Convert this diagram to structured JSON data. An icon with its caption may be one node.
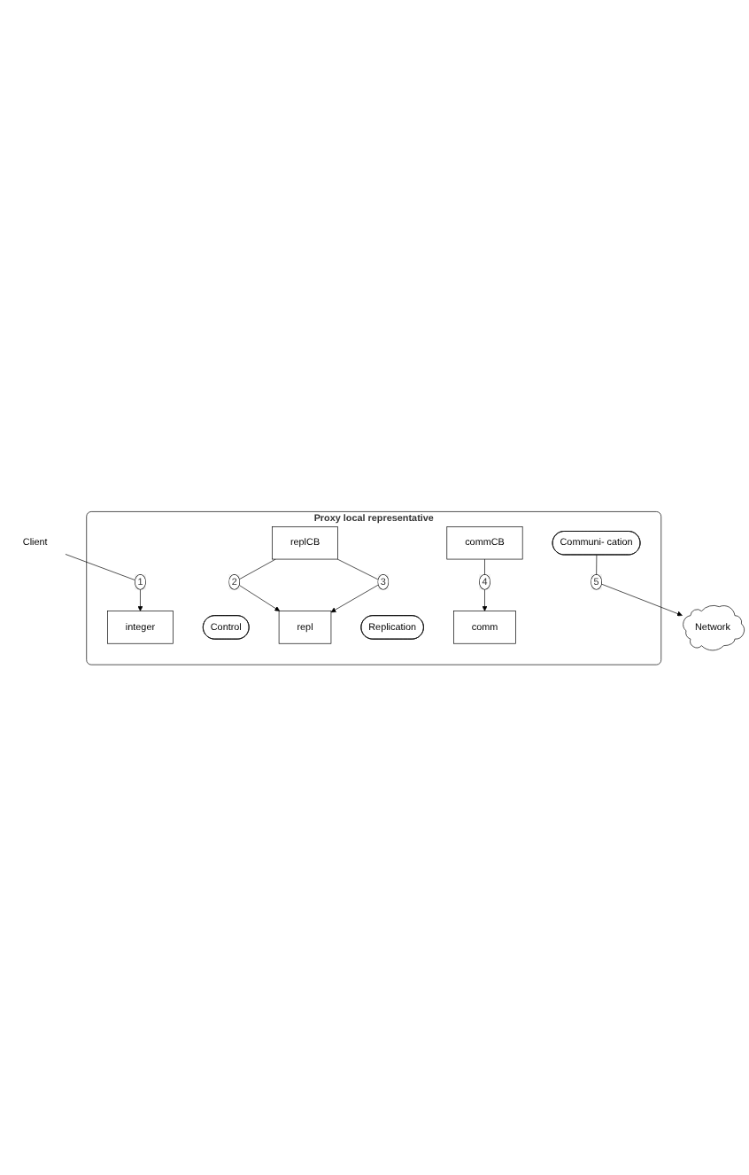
{
  "diagram": {
    "nodes": [
      {
        "text": [
          "Client"
        ]
      },
      {
        "text": [
          "Proxy local representative"
        ]
      },
      {
        "text": [
          "integer"
        ],
        "in": 1
      },
      {
        "text": [
          "Control"
        ],
        "in": 1
      },
      {
        "text": [
          "replCB"
        ],
        "in": 1
      },
      {
        "text": [
          "repl"
        ],
        "in": 1
      },
      {
        "text": [
          "Replication"
        ],
        "in": 1
      },
      {
        "text": [
          "commCB"
        ],
        "in": 1
      },
      {
        "text": [
          "comm"
        ],
        "in": 1
      },
      {
        "text": [
          "Communi- cation"
        ],
        "in": 1
      },
      {
        "text": [
          "Network"
        ]
      }
    ],
    "edges": [
      {
        "from": 0,
        "to": 2,
        "arrow": "to",
        "label": "1"
      },
      {
        "from": 4,
        "to": 5,
        "arrow": "to",
        "label": "2"
      },
      {
        "from": 4,
        "to": 5,
        "arrow": "to",
        "label": "3"
      },
      {
        "from": 7,
        "to": 8,
        "arrow": "to",
        "label": "4"
      },
      {
        "from": 9,
        "to": 10,
        "arrow": "to",
        "label": "5"
      }
    ]
  }
}
